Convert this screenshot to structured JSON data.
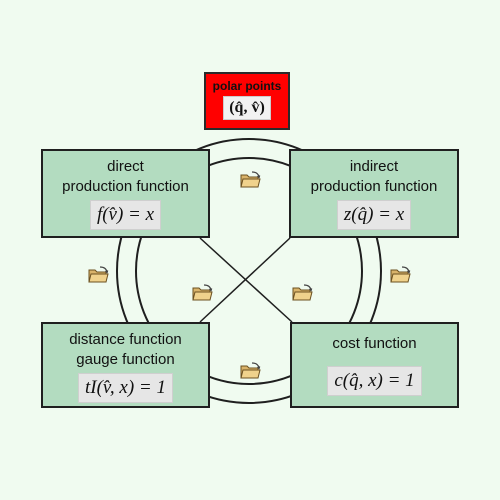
{
  "polar": {
    "title": "polar points",
    "formula": "(q̂, v̂)"
  },
  "boxes": {
    "direct": {
      "title_line1": "direct",
      "title_line2": "production function",
      "formula": "f(v̂) = x"
    },
    "indirect": {
      "title_line1": "indirect",
      "title_line2": "production function",
      "formula": "z(q̂) = x"
    },
    "distance": {
      "title_line1": "distance function",
      "title_line2": "gauge function",
      "formula": "tI(v̂, x) = 1"
    },
    "cost": {
      "title_line1": "cost function",
      "formula": "c(q̂, x) = 1"
    }
  },
  "folder_links": [
    "folder-icon",
    "folder-icon",
    "folder-icon",
    "folder-icon",
    "folder-icon",
    "folder-icon",
    "folder-icon"
  ],
  "colors": {
    "background": "#f0fbf0",
    "box_fill": "#b3dcc0",
    "polar_fill": "#ff0000",
    "line": "#1f1f1f"
  }
}
